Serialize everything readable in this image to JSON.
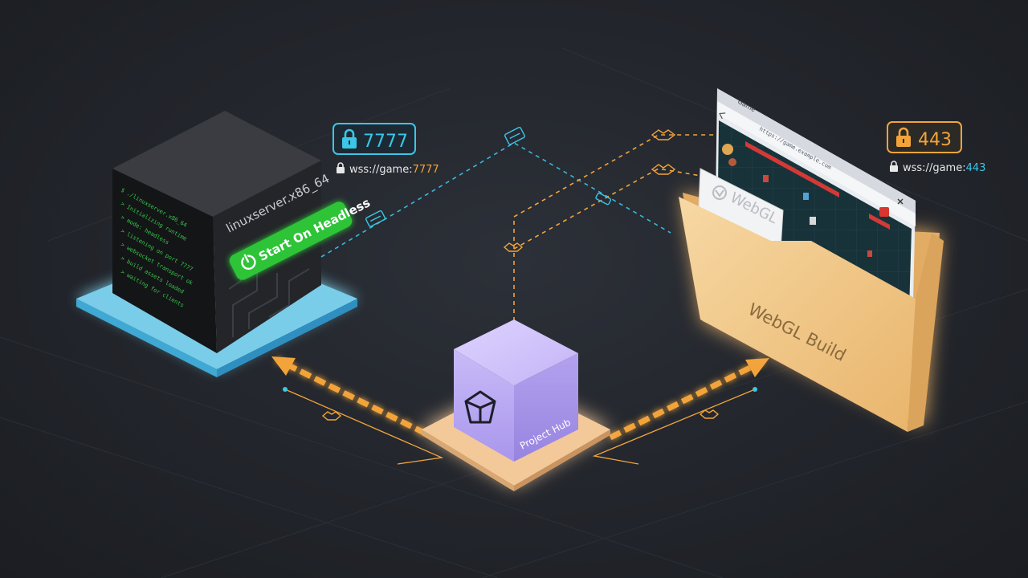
{
  "server": {
    "title": "linuxserver.x86_64",
    "start_button": "Start On Headless",
    "console_lines": [
      "$ ./linuxserver.x86_64",
      "> Initializing runtime",
      "> mode: headless",
      "> listening on port 7777",
      "> websocket transport ok",
      "> build assets loaded",
      "> waiting for clients"
    ],
    "port_badge": "7777",
    "ws_prefix": "wss://game:",
    "ws_port": "7777"
  },
  "hub": {
    "label": "Project Hub"
  },
  "webgl": {
    "folder_label": "WebGL Build",
    "card_label": "WebGL",
    "browser_tab": "Game",
    "browser_url": "https://game.example.com",
    "port_badge": "443",
    "ws_prefix": "wss://game:",
    "ws_port": "443"
  },
  "colors": {
    "server_glow": "#3ec8f0",
    "start_green": "#2fc437",
    "hub_purple": "#b8a8f0",
    "accent_orange": "#f2a43a",
    "link_cyan": "#3cc6e8",
    "folder_tan": "#f1c98a"
  }
}
